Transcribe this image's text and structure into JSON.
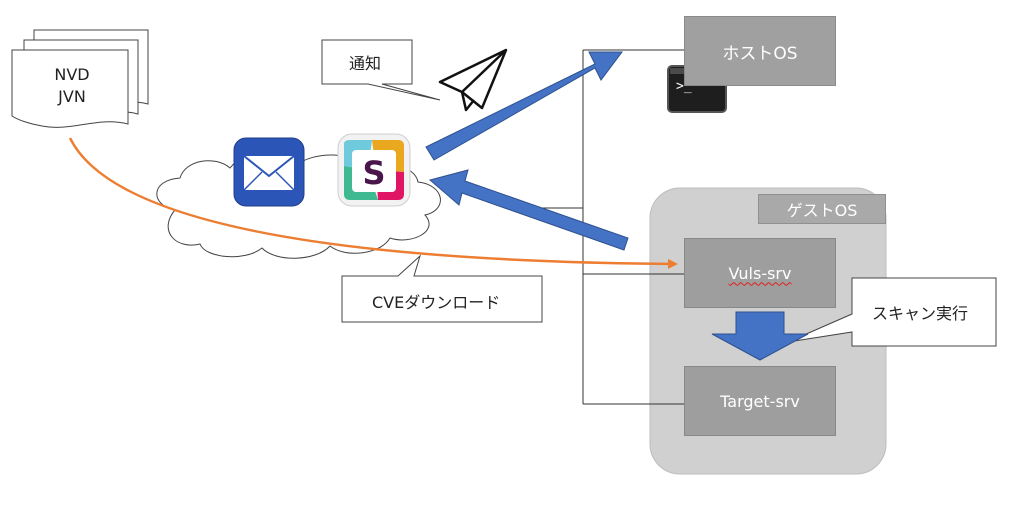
{
  "documents": {
    "line1": "NVD",
    "line2": "JVN"
  },
  "callouts": {
    "notify": "通知",
    "cve_download": "CVEダウンロード",
    "scan_exec": "スキャン実行"
  },
  "nodes": {
    "host_os": "ホストOS",
    "guest_os": "ゲストOS",
    "vuls_srv": "Vuls-srv",
    "target_srv": "Target-srv"
  },
  "icons": {
    "mail": "mail-icon",
    "slack": "slack-icon",
    "paper_plane": "paper-plane-icon",
    "terminal": "terminal-icon",
    "cloud": "cloud-icon",
    "document_stack": "document-stack-icon"
  },
  "colors": {
    "arrow_blue": "#4472c4",
    "arrow_orange": "#ed7d31",
    "guest_bg": "#d0d0d0",
    "node_bg": "#9e9e9e"
  },
  "terminal": {
    "prompt": ">_"
  },
  "slack": {
    "letter": "S"
  }
}
